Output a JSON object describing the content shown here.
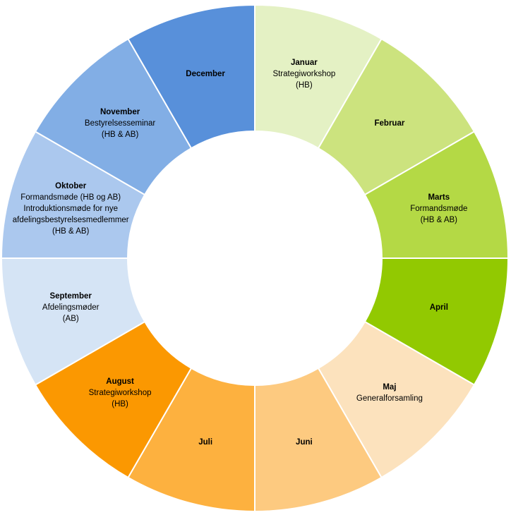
{
  "wheel": {
    "segments": [
      {
        "month": "Januar",
        "lines": [
          "Strategiworkshop",
          "(HB)"
        ],
        "color": "#E4F1C4"
      },
      {
        "month": "Februar",
        "lines": [],
        "color": "#CCE37E"
      },
      {
        "month": "Marts",
        "lines": [
          "Formandsmøde",
          "(HB & AB)"
        ],
        "color": "#B4D945"
      },
      {
        "month": "April",
        "lines": [],
        "color": "#92C901"
      },
      {
        "month": "Maj",
        "lines": [
          "Generalforsamling"
        ],
        "color": "#FCE2BD"
      },
      {
        "month": "Juni",
        "lines": [],
        "color": "#FDCA80"
      },
      {
        "month": "Juli",
        "lines": [],
        "color": "#FDB13F"
      },
      {
        "month": "August",
        "lines": [
          "Strategiworkshop",
          "(HB)"
        ],
        "color": "#FB9801"
      },
      {
        "month": "September",
        "lines": [
          "Afdelingsmøder",
          "(AB)"
        ],
        "color": "#D5E4F5"
      },
      {
        "month": "Oktober",
        "lines": [
          "Formandsmøde (HB og AB)",
          "Introduktionsmøde for nye",
          "afdelingsbestyrelsesmedlemmer",
          "(HB & AB)"
        ],
        "color": "#ABC8EE"
      },
      {
        "month": "November",
        "lines": [
          "Bestyrelsesseminar",
          "(HB & AB)"
        ],
        "color": "#82AEE5"
      },
      {
        "month": "December",
        "lines": [],
        "color": "#5890DA"
      }
    ]
  }
}
